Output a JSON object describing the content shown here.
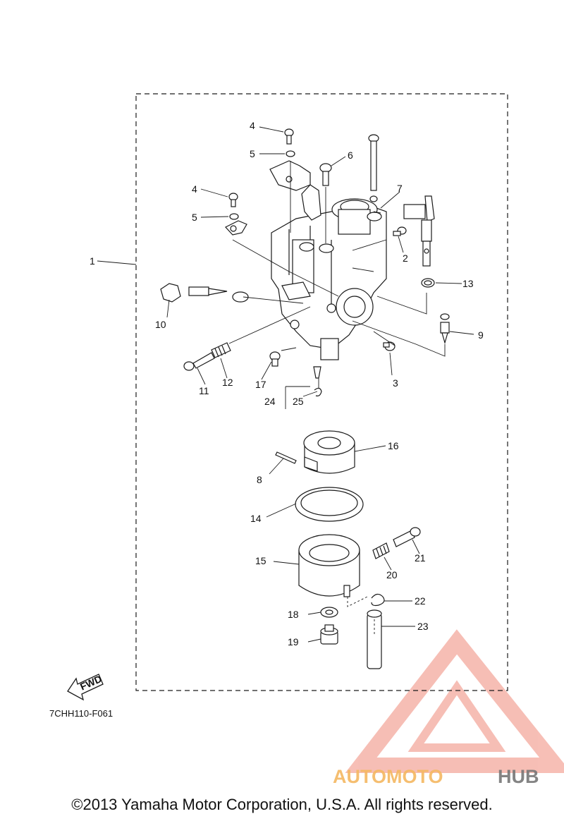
{
  "diagram": {
    "figure_code": "7CHH110-F061",
    "fwd_label": "FWD",
    "copyright": "©2013 Yamaha Motor Corporation, U.S.A. All rights reserved.",
    "watermark": {
      "part1": "AUTOMOTO",
      "part2": "HUB",
      "color_accent": "#f08a7a",
      "color_orange": "#f5b861",
      "color_gray": "#777777"
    },
    "callouts": [
      "1",
      "2",
      "3",
      "4",
      "4",
      "5",
      "5",
      "6",
      "7",
      "8",
      "9",
      "10",
      "11",
      "12",
      "13",
      "14",
      "15",
      "16",
      "17",
      "18",
      "19",
      "20",
      "21",
      "22",
      "23",
      "24",
      "25"
    ]
  }
}
